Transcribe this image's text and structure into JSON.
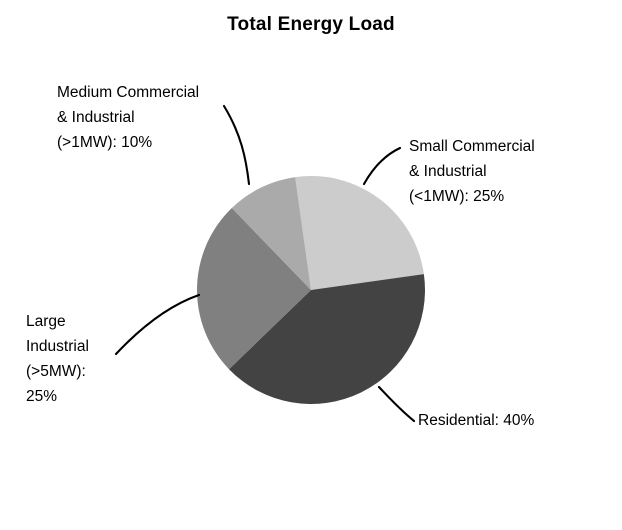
{
  "chart_data": {
    "type": "pie",
    "title": "Total Energy Load",
    "xlabel": "",
    "ylabel": "",
    "legend_position": "none",
    "grid": false,
    "start_angle_deg": 352,
    "direction": "clockwise",
    "categories": [
      "Small Commercial & Industrial (<1MW)",
      "Residential",
      "Large Industrial (>5MW)",
      "Medium Commercial & Industrial (>1MW)"
    ],
    "values": [
      25,
      40,
      25,
      10
    ],
    "value_unit": "%",
    "slices": [
      {
        "name": "small-commercial",
        "label_lines": [
          "Small Commercial",
          "& Industrial",
          "(<1MW): 25%"
        ],
        "value": 25,
        "color": "#cccccc"
      },
      {
        "name": "residential",
        "label_lines": [
          "Residential: 40%"
        ],
        "value": 40,
        "color": "#434343"
      },
      {
        "name": "large-industrial",
        "label_lines": [
          "Large",
          "Industrial",
          "(>5MW):",
          "25%"
        ],
        "value": 25,
        "color": "#808080"
      },
      {
        "name": "medium-commercial",
        "label_lines": [
          "Medium Commercial",
          "& Industrial",
          "(>1MW): 10%"
        ],
        "value": 10,
        "color": "#aaaaaa"
      }
    ]
  },
  "title": "Total Energy Load",
  "labels": {
    "medium_commercial": "Medium Commercial\n& Industrial\n(>1MW): 10%",
    "small_commercial": "Small Commercial\n& Industrial\n(<1MW): 25%",
    "large_industrial": "Large\nIndustrial\n(>5MW):\n25%",
    "residential": "Residential: 40%"
  },
  "colors": {
    "small_commercial": "#cccccc",
    "residential": "#434343",
    "large_industrial": "#808080",
    "medium_commercial": "#aaaaaa",
    "leader_line": "#000000",
    "background": "#ffffff",
    "text": "#000000"
  }
}
